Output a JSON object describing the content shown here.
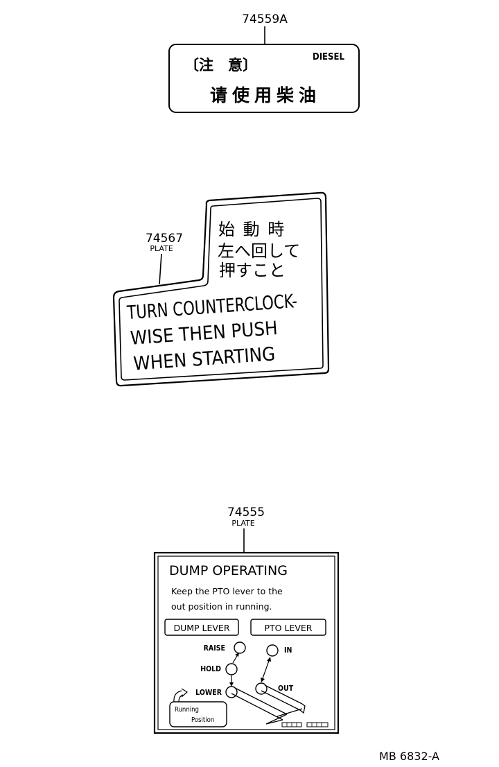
{
  "diesel_label": {
    "part_no": "74559A",
    "caution": "〔注　意〕",
    "fuel_tag": "DIESEL",
    "message": "请使用柴油"
  },
  "start_plate": {
    "part_no": "74567",
    "part_type": "PLATE",
    "jp_lines": [
      "始 動 時",
      "左へ回して",
      "押すこと"
    ],
    "en_lines": [
      "TURN COUNTERCLOCK-",
      "WISE THEN PUSH",
      "WHEN STARTING"
    ]
  },
  "dump_plate": {
    "part_no": "74555",
    "part_type": "PLATE",
    "title": "DUMP OPERATING",
    "note_lines": [
      "Keep the PTO lever to the",
      "out position in running."
    ],
    "dump_lever_label": "DUMP LEVER",
    "pto_lever_label": "PTO LEVER",
    "raise": "RAISE",
    "hold": "HOLD",
    "lower": "LOWER",
    "in": "IN",
    "out": "OUT",
    "running_lines": [
      "Running",
      "Position"
    ]
  },
  "drawing_ref": "MB  6832-A"
}
